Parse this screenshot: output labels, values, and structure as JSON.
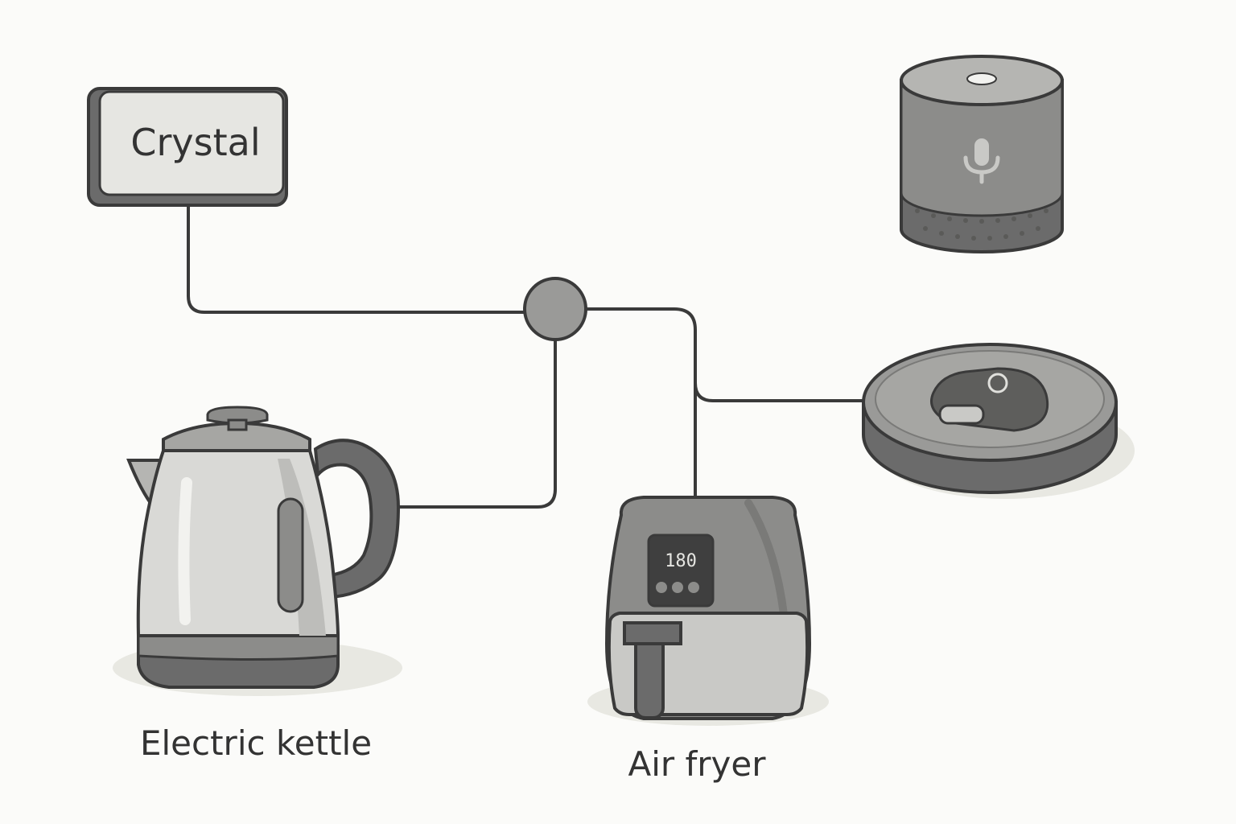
{
  "hub_button": {
    "label": "Crystal"
  },
  "devices": {
    "kettle": {
      "label": "Electric kettle",
      "icon": "electric-kettle-icon"
    },
    "air_fryer": {
      "label": "Air fryer",
      "icon": "air-fryer-icon",
      "display": "180"
    },
    "robot_vacuum": {
      "icon": "robot-vacuum-icon"
    },
    "smart_speaker": {
      "icon": "smart-speaker-icon"
    }
  },
  "colors": {
    "background": "#fbfbf9",
    "outline": "#3a3a3a",
    "dark_gray": "#6b6b6b",
    "mid_gray": "#9a9a98",
    "light_gray": "#d9d9d6",
    "line": "#3a3a3a"
  }
}
